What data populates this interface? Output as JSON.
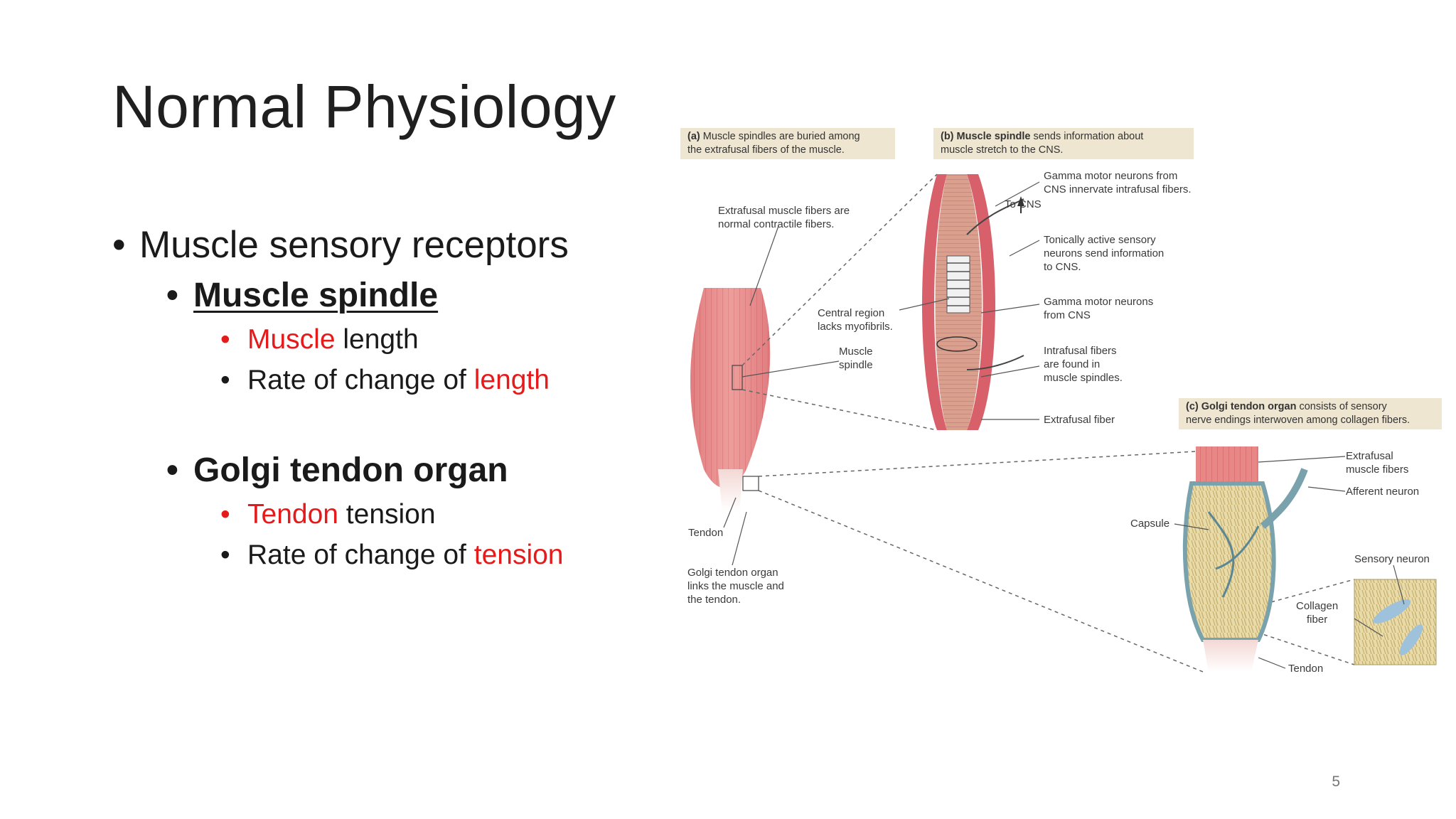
{
  "title": "Normal Physiology",
  "bullets": {
    "l1": "Muscle sensory receptors",
    "spindle": {
      "label": "Muscle spindle",
      "item1_red": "Muscle",
      "item1_rest": " length",
      "item2_text": "Rate of change of ",
      "item2_red": "length"
    },
    "golgi": {
      "label": "Golgi tendon organ",
      "item1_red": "Tendon",
      "item1_rest": " tension",
      "item2_text": "Rate of change of ",
      "item2_red": "tension"
    }
  },
  "figure": {
    "cap_a_bold": "(a)",
    "cap_a_text": " Muscle spindles are buried among\nthe extrafusal fibers of the muscle.",
    "cap_b_bold": "(b) Muscle spindle",
    "cap_b_text": " sends information about\nmuscle stretch to the CNS.",
    "cap_c_bold": "(c) Golgi tendon organ",
    "cap_c_text": " consists of sensory\nnerve endings interwoven among collagen fibers.",
    "labels": {
      "extrafusal_normal": "Extrafusal muscle fibers are\nnormal contractile fibers.",
      "central_region": "Central region\nlacks myofibrils.",
      "muscle_spindle": "Muscle\nspindle",
      "tendon_a": "Tendon",
      "golgi_links": "Golgi tendon organ\nlinks the muscle and\nthe tendon.",
      "to_cns": "To CNS",
      "gamma_top": "Gamma motor neurons from\nCNS innervate intrafusal fibers.",
      "tonically": "Tonically active sensory\nneurons send information\nto CNS.",
      "gamma_mid": "Gamma motor neurons\nfrom CNS",
      "intrafusal": "Intrafusal fibers\nare found in\nmuscle spindles.",
      "extrafusal_fiber": "Extrafusal fiber",
      "extrafusal_muscle_fibers": "Extrafusal\nmuscle fibers",
      "afferent": "Afferent neuron",
      "capsule": "Capsule",
      "sensory_neuron": "Sensory neuron",
      "collagen": "Collagen\nfiber",
      "tendon_c": "Tendon"
    }
  },
  "page_number": "5",
  "colors": {
    "muscle": "#e58f8f",
    "muscle_dark": "#c9555c",
    "caption_bg": "#efe6d2",
    "bullet_red": "#e51b1b",
    "collagen": "#e6d8a2",
    "capsule": "#8fb4bd"
  }
}
